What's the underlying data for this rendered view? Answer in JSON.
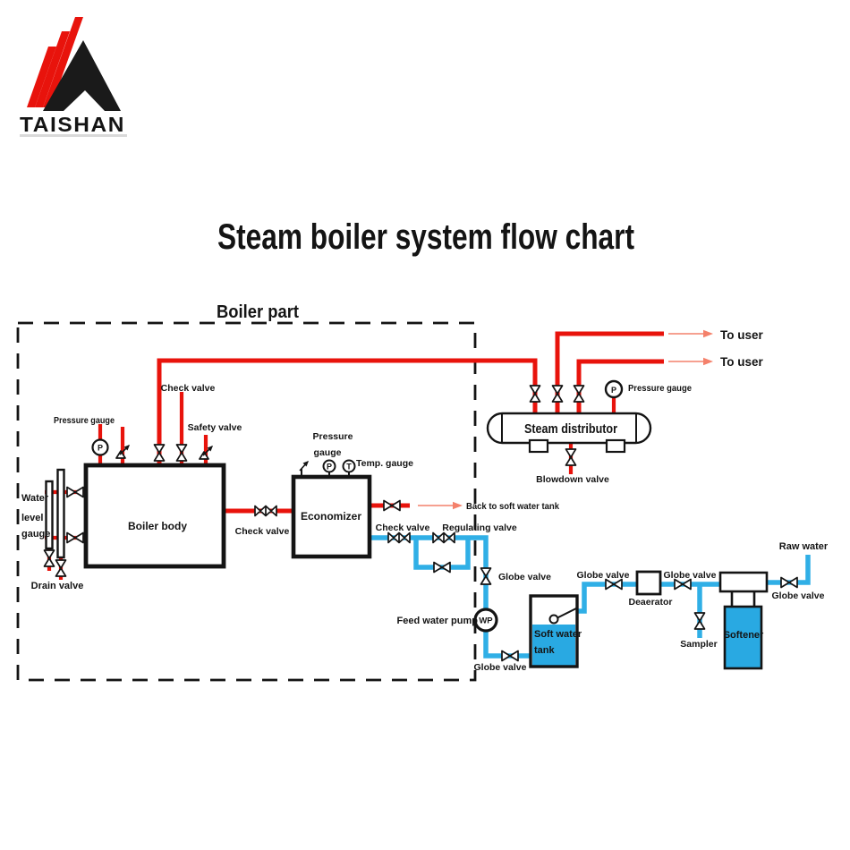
{
  "logo": {
    "brand": "TAISHAN"
  },
  "title": "Steam boiler system flow chart",
  "colors": {
    "steam": "#e8130c",
    "water": "#30afe6",
    "waterfill": "#29a9e2",
    "lightarrow": "#f4816b",
    "ink": "#141414"
  },
  "boiler_section": {
    "label": "Boiler part",
    "boiler_body": "Boiler body",
    "pressure_gauge": "Pressure gauge",
    "gauge_letter_p": "P",
    "check_valve_top": "Check valve",
    "safety_valve": "Safety valve",
    "water_level_gauge_line1": "Water",
    "water_level_gauge_line2": "level",
    "water_level_gauge_line3": "gauge",
    "drain_valve": "Drain valve",
    "outlet_check_valve": "Check valve"
  },
  "economizer": {
    "label": "Economizer",
    "pressure_gauge_line1": "Pressure",
    "pressure_gauge_line2": "gauge",
    "gauge_letter_p": "P",
    "gauge_letter_t": "T",
    "temp_gauge": "Temp. gauge",
    "return_label": "Back to soft water tank",
    "check_valve": "Check valve",
    "regulating_valve": "Regulating valve"
  },
  "distributor": {
    "label": "Steam distributor",
    "to_user_1": "To user",
    "to_user_2": "To user",
    "pressure_gauge": "Pressure gauge",
    "gauge_letter_p": "P",
    "blowdown_valve": "Blowdown valve"
  },
  "feed_line": {
    "globe_valve_vertical": "Globe valve",
    "feed_water_pump": "Feed water pump",
    "pump_letters": "WP",
    "globe_valve_bottom": "Globe valve"
  },
  "tank": {
    "line1": "Soft water",
    "line2": "tank"
  },
  "treatment": {
    "globe_valve_tank": "Globe valve",
    "deaerator": "Deaerator",
    "globe_valve_deaerator": "Globe valve",
    "sampler": "Sampler",
    "softener": "Softener",
    "globe_valve_raw": "Globe valve",
    "raw_water": "Raw water"
  }
}
